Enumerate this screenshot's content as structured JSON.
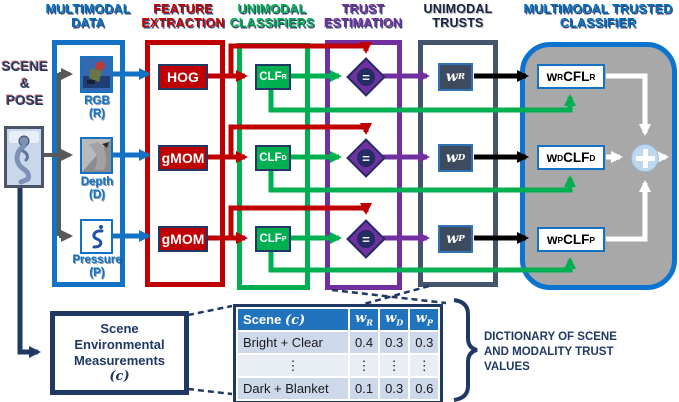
{
  "headers": [
    {
      "l1": "MULTIMODAL",
      "l2": "DATA",
      "color": "#0070C0"
    },
    {
      "l1": "FEATURE",
      "l2": "EXTRACTION",
      "color": "#C00000"
    },
    {
      "l1": "UNIMODAL",
      "l2": "CLASSIFIERS",
      "color": "#00B050"
    },
    {
      "l1": "TRUST",
      "l2": "ESTIMATION",
      "color": "#7030A0"
    },
    {
      "l1": "UNIMODAL",
      "l2": "TRUSTS",
      "color": "#17243E"
    },
    {
      "l1": "MULTIMODAL TRUSTED",
      "l2": "CLASSIFIER",
      "color": "#0070C0"
    }
  ],
  "scene_pose": {
    "l1": "SCENE",
    "l2": "&",
    "l3": "POSE"
  },
  "modalities": [
    {
      "label": "RGB",
      "paren": "(R)"
    },
    {
      "label": "Depth",
      "paren": "(D)"
    },
    {
      "label": "Pressure",
      "paren": "(P)"
    }
  ],
  "features": [
    "HOG",
    "gMOM",
    "gMOM"
  ],
  "classifiers": [
    {
      "base": "CLF",
      "sub": "R"
    },
    {
      "base": "CLF",
      "sub": "D"
    },
    {
      "base": "CLF",
      "sub": "P"
    }
  ],
  "trust_symbol": "=",
  "weights": [
    {
      "base": "w",
      "sub": "R"
    },
    {
      "base": "w",
      "sub": "D"
    },
    {
      "base": "w",
      "sub": "P"
    }
  ],
  "weighted": [
    {
      "p1": "w",
      "s1": "R",
      "p2": "CFL",
      "s2": "R"
    },
    {
      "p1": "w",
      "s1": "D",
      "p2": "CLF",
      "s2": "D"
    },
    {
      "p1": "w",
      "s1": "P",
      "p2": "CLF",
      "s2": "P"
    }
  ],
  "env_box": {
    "l1": "Scene",
    "l2": "Environmental",
    "l3": "Measurements",
    "l4": "(c)"
  },
  "table": {
    "header": {
      "scene_base": "Scene ",
      "scene_it": "(c)",
      "w1": "w",
      "w1s": "R",
      "w2": "w",
      "w2s": "D",
      "w3": "w",
      "w3s": "P"
    },
    "rows": [
      {
        "scene": "Bright + Clear",
        "v1": "0.4",
        "v2": "0.3",
        "v3": "0.3"
      },
      {
        "scene": "⋮",
        "v1": "⋮",
        "v2": "⋮",
        "v3": "⋮"
      },
      {
        "scene": "Dark + Blanket",
        "v1": "0.1",
        "v2": "0.3",
        "v3": "0.6"
      }
    ]
  },
  "dictionary": {
    "l1": "DICTIONARY OF SCENE",
    "l2": "AND MODALITY TRUST",
    "l3": "VALUES"
  },
  "colors": {
    "blue": "#1272C4",
    "red": "#C00000",
    "green": "#00B050",
    "purple": "#7030A0",
    "slate": "#44546A",
    "navy": "#1F3864",
    "gray_fill": "#A8A8A8",
    "sum_fill": "#BDD7EE"
  }
}
